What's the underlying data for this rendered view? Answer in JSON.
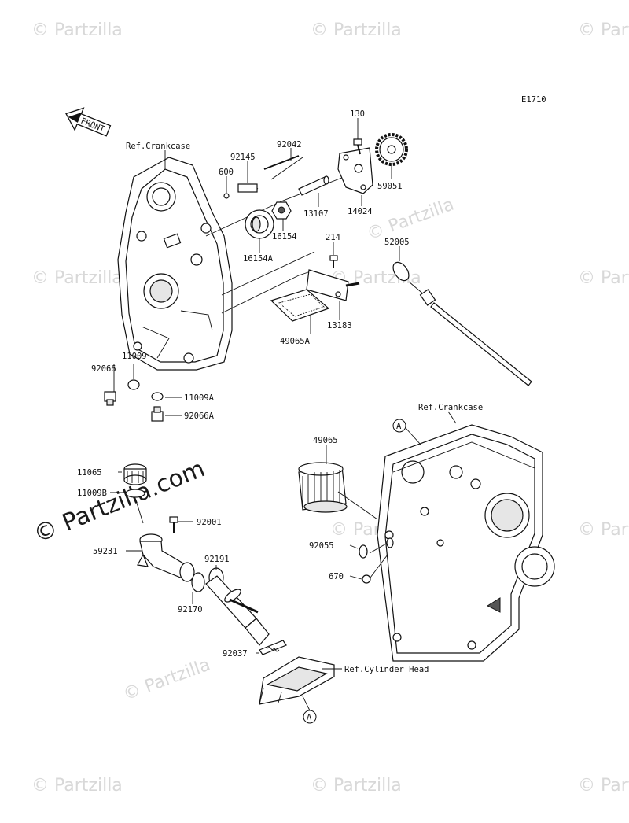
{
  "diagram_code": "E1710",
  "front_label": "FRONT",
  "watermark_text": "© Partzilla",
  "watermark_big": "© Partzilla.com",
  "callout_letter": "A",
  "labels": {
    "ref_crankcase_top": "Ref.Crankcase",
    "ref_crankcase_bottom": "Ref.Crankcase",
    "ref_cylinder_head": "Ref.Cylinder Head",
    "p130": "130",
    "p92042": "92042",
    "p92145": "92145",
    "p600": "600",
    "p59051": "59051",
    "p14024": "14024",
    "p13107": "13107",
    "p16154": "16154",
    "p16154a": "16154A",
    "p214": "214",
    "p52005": "52005",
    "p13183": "13183",
    "p49065a": "49065A",
    "p11009": "11009",
    "p92066": "92066",
    "p11009a": "11009A",
    "p92066a": "92066A",
    "p49065": "49065",
    "p11065": "11065",
    "p11009b": "11009B",
    "p92001": "92001",
    "p59231": "59231",
    "p92191": "92191",
    "p92170": "92170",
    "p92055": "92055",
    "p670": "670",
    "p92037": "92037"
  }
}
